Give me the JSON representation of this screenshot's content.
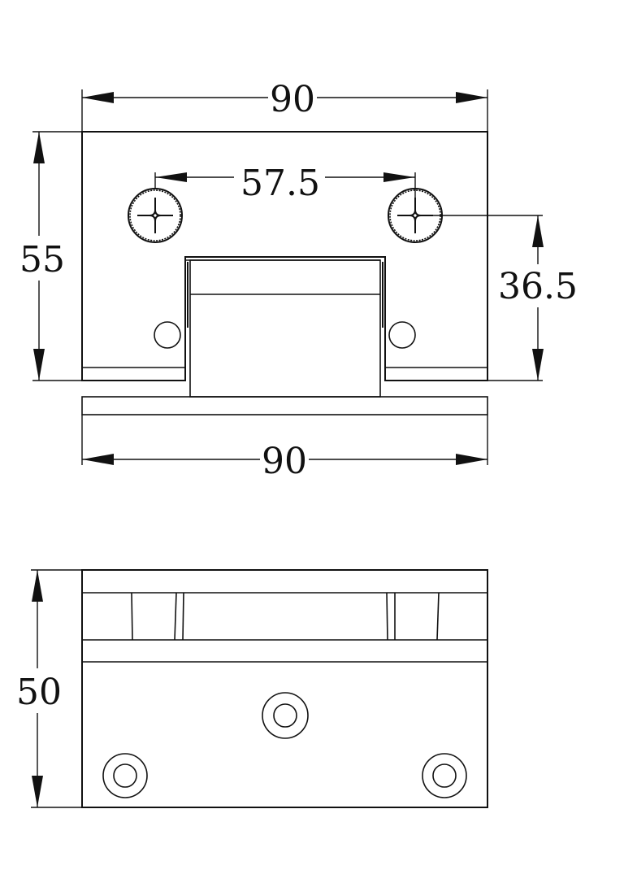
{
  "dimensions": {
    "top_width": "90",
    "hole_spacing": "57.5",
    "height": "55",
    "hole_offset": "36.5",
    "bottom_width": "90",
    "side_height": "50"
  },
  "colors": {
    "line": "#111111",
    "background": "#ffffff"
  }
}
